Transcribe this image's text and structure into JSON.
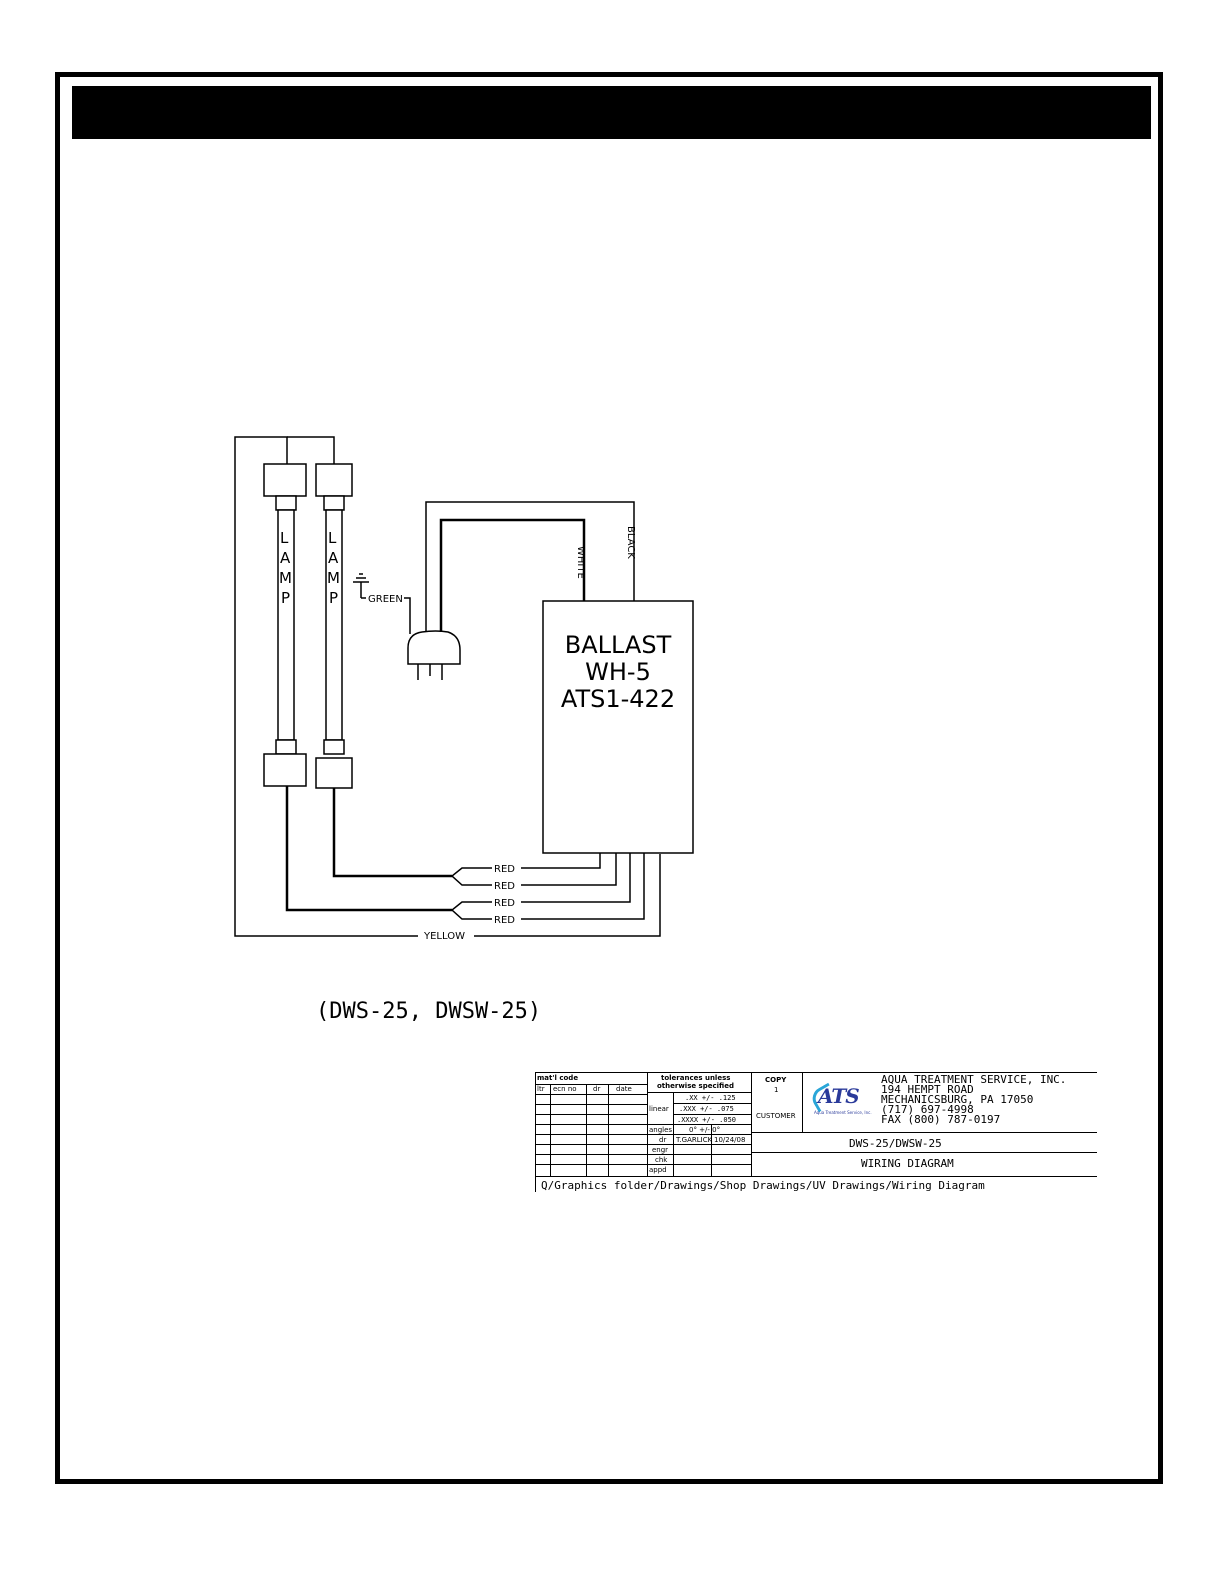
{
  "diagram": {
    "lamp_label": "L A M P",
    "lamp_letters": [
      "L",
      "A",
      "M",
      "P"
    ],
    "ballast_lines": [
      "BALLAST",
      "WH-5",
      "ATS1-422"
    ],
    "wire_labels": {
      "white": "WHITE",
      "black": "BLACK",
      "green": "GREEN",
      "red": "RED",
      "yellow": "YELLOW"
    },
    "caption": "(DWS-25, DWSW-25)"
  },
  "title_block": {
    "matl_code": "mat'l code",
    "rev_headers": [
      "ltr",
      "ecn no",
      "dr",
      "date"
    ],
    "tolerances_title": [
      "tolerances unless",
      "otherwise specified"
    ],
    "linear_label": "linear",
    "tolerances": [
      ".XX +/- .125",
      ".XXX +/- .075",
      ".XXXX +/- .050"
    ],
    "angles_label": "angles",
    "angles_value": "0° +/- 0°",
    "signoff_labels": [
      "dr",
      "engr",
      "chk",
      "appd"
    ],
    "drawn_by": "T.GARLICK",
    "drawn_date": "10/24/08",
    "copy_label": "COPY",
    "copy_number": "1",
    "customer_label": "CUSTOMER",
    "company_lines": [
      "AQUA TREATMENT SERVICE, INC.",
      "194 HEMPT ROAD",
      "MECHANICSBURG, PA 17050",
      "(717) 697-4998",
      "FAX (800) 787-0197"
    ],
    "logo_text": "ATS",
    "logo_sub": "Aqua Treatment Service, Inc.",
    "drawing_number": "DWS-25/DWSW-25",
    "drawing_title": "WIRING DIAGRAM",
    "file_path": "Q/Graphics folder/Drawings/Shop Drawings/UV Drawings/Wiring Diagram"
  }
}
